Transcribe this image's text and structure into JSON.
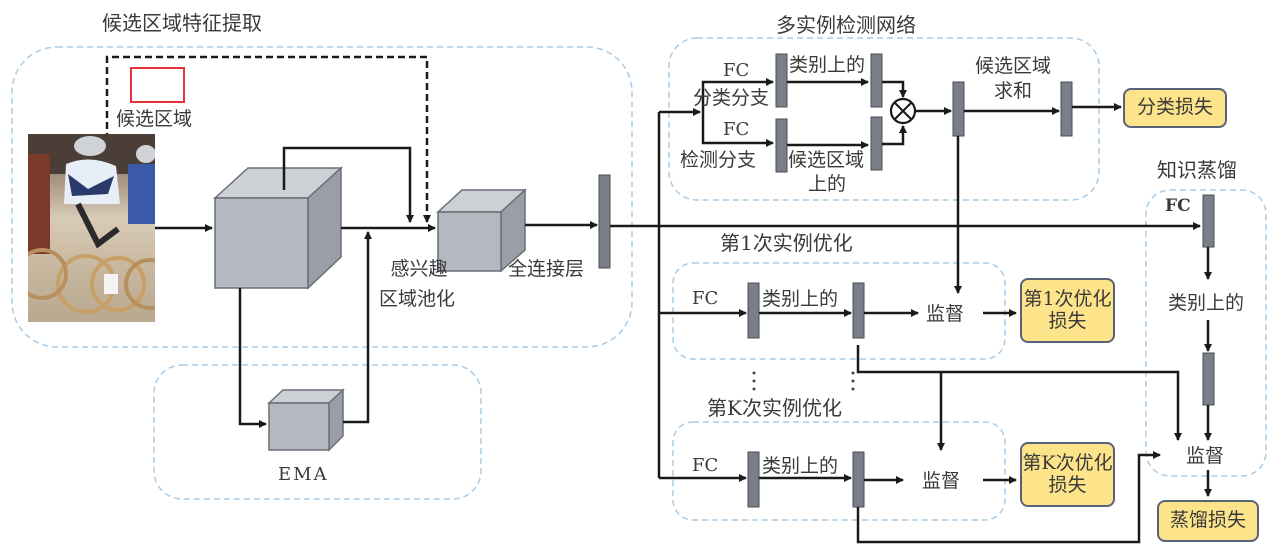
{
  "groups": {
    "proposal_feature_extraction": "候选区域特征提取",
    "mil_network": "多实例检测网络",
    "refine_1": "第1次实例优化",
    "refine_k": "第K次实例优化",
    "knowledge_distillation": "知识蒸馏",
    "ema": "EMA"
  },
  "labels": {
    "proposal": "候选区域",
    "roi_pooling_line1": "感兴趣",
    "roi_pooling_line2": "区域池化",
    "fully_connected": "全连接层",
    "fc": "FC",
    "classification_branch": "分类分支",
    "detection_branch": "检测分支",
    "class_wise": "类别上的",
    "proposal_wise_line1": "候选区域",
    "proposal_wise_line2": "上的",
    "proposal_sum_line1": "候选区域",
    "proposal_sum_line2": "求和",
    "supervision": "监督",
    "multiply_symbol": "⊗",
    "ellipsis": "⋮"
  },
  "losses": {
    "classification": "分类损失",
    "refine_1_line1": "第1次优化",
    "refine_1_line2": "损失",
    "refine_k_line1": "第K次优化",
    "refine_k_line2": "损失",
    "distillation": "蒸馏损失"
  },
  "colors": {
    "group_border": "#a9cbe6",
    "block_fill": "#b4b8bf",
    "block_top": "#cdd0d5",
    "block_side": "#9a9ea6",
    "fc_bar": "#7a7e88",
    "loss_fill": "#fde48a",
    "proposal_box": "#e8323a",
    "arrow": "#1a1a1a"
  }
}
